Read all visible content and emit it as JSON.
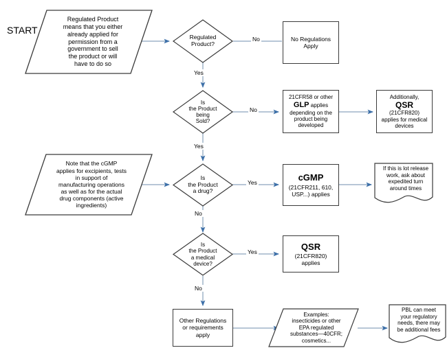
{
  "chart_data": {
    "type": "diagram",
    "title": "Regulatory Requirements Decision Flowchart",
    "nodes": [
      {
        "id": "start",
        "shape": "label",
        "text": "START"
      },
      {
        "id": "note-regulated",
        "shape": "parallelogram",
        "text": "Regulated Product means that you either already applied for permission from a government to sell the product or will have to do so"
      },
      {
        "id": "d1",
        "shape": "diamond",
        "text": "Regulated Product?"
      },
      {
        "id": "no-regs",
        "shape": "rectangle",
        "text": "No Regulations Apply"
      },
      {
        "id": "d2",
        "shape": "diamond",
        "text": "Is the Product being Sold?"
      },
      {
        "id": "glp",
        "shape": "rectangle",
        "text": "21CFR58 or other GLP applies depending on the product being developed"
      },
      {
        "id": "qsr-add",
        "shape": "rectangle",
        "text": "Additionally, QSR (21CFR820) applies for medical devices"
      },
      {
        "id": "note-cgmp",
        "shape": "parallelogram",
        "text": "Note that the cGMP applies for excipients, tests in support of manufacturing operations as well as for the actual drug components (active ingredients)"
      },
      {
        "id": "d3",
        "shape": "diamond",
        "text": "Is the Product a drug?"
      },
      {
        "id": "cgmp",
        "shape": "rectangle",
        "text": "cGMP (21CFR211, 610, USP...) applies"
      },
      {
        "id": "doc-lot",
        "shape": "document",
        "text": "If this is lot release work, ask about expedited turn around times"
      },
      {
        "id": "d4",
        "shape": "diamond",
        "text": "Is the Product a medical device?"
      },
      {
        "id": "qsr",
        "shape": "rectangle",
        "text": "QSR (21CFR820) applies"
      },
      {
        "id": "other-reg",
        "shape": "rectangle",
        "text": "Other Regulations or requirements apply"
      },
      {
        "id": "examples",
        "shape": "parallelogram",
        "text": "Examples: insecticides or other EPA regulated substances—40CFR; cosmetics..."
      },
      {
        "id": "doc-pbl",
        "shape": "document",
        "text": "PBL can meet your regulatory needs, there may be additional fees"
      }
    ],
    "edges": [
      {
        "from": "note-regulated",
        "to": "d1",
        "label": ""
      },
      {
        "from": "d1",
        "to": "no-regs",
        "label": "No"
      },
      {
        "from": "d1",
        "to": "d2",
        "label": "Yes"
      },
      {
        "from": "d2",
        "to": "glp",
        "label": "No"
      },
      {
        "from": "glp",
        "to": "qsr-add",
        "label": ""
      },
      {
        "from": "d2",
        "to": "d3",
        "label": "Yes"
      },
      {
        "from": "note-cgmp",
        "to": "d3",
        "label": ""
      },
      {
        "from": "d3",
        "to": "cgmp",
        "label": "Yes"
      },
      {
        "from": "cgmp",
        "to": "doc-lot",
        "label": ""
      },
      {
        "from": "d3",
        "to": "d4",
        "label": "No"
      },
      {
        "from": "d4",
        "to": "qsr",
        "label": "Yes"
      },
      {
        "from": "d4",
        "to": "other-reg",
        "label": "No"
      },
      {
        "from": "other-reg",
        "to": "examples",
        "label": ""
      },
      {
        "from": "examples",
        "to": "doc-pbl",
        "label": ""
      }
    ],
    "colors": {
      "connector": "#9fb4c9",
      "arrowhead": "#3c6fa8",
      "shape_border": "#3a3a3a",
      "background": "#ffffff",
      "text": "#000000"
    }
  },
  "flowchart": {
    "start_label": "START",
    "note_regulated": {
      "lines": [
        "Regulated Product",
        "means that you either",
        "already applied for",
        "permission from a",
        "government to sell",
        "the product or will",
        "have to do so"
      ]
    },
    "decision_regulated": {
      "lines": [
        "Regulated",
        "Product?"
      ]
    },
    "no_regulations": {
      "lines": [
        "No Regulations",
        "Apply"
      ]
    },
    "decision_sold": {
      "lines": [
        "Is",
        "the Product",
        "being",
        "Sold?"
      ]
    },
    "glp_box": {
      "line1": "21CFR58 or other",
      "emphasis": "GLP",
      "line2_rest": " applies",
      "line3": "depending on the",
      "line4": "product being",
      "line5": "developed"
    },
    "qsr_additional": {
      "line1": "Additionally,",
      "emphasis": "QSR",
      "line2": "(21CFR820)",
      "line3": "applies for medical",
      "line4": "devices"
    },
    "note_cgmp": {
      "lines": [
        "Note that the cGMP",
        "applies for excipients, tests",
        "in support of",
        "manufacturing operations",
        "as well as for the actual",
        "drug components (active",
        "ingredients)"
      ]
    },
    "decision_drug": {
      "lines": [
        "Is",
        "the Product",
        "a drug?"
      ]
    },
    "cgmp_box": {
      "emphasis": "cGMP",
      "line2": "(21CFR211, 610,",
      "line3": "USP...) applies"
    },
    "doc_lot_release": {
      "lines": [
        "If this is lot release",
        "work, ask about",
        "expedited turn",
        "around times"
      ]
    },
    "decision_device": {
      "lines": [
        "Is",
        "the Product",
        "a medical",
        "device?"
      ]
    },
    "qsr_box": {
      "emphasis": "QSR",
      "line2": "(21CFR820)",
      "line3": "applies"
    },
    "other_regulations": {
      "lines": [
        "Other Regulations",
        "or requirements",
        "apply"
      ]
    },
    "examples_box": {
      "lines": [
        "Examples:",
        "insecticides or other",
        "EPA regulated",
        "substances—40CFR;",
        "cosmetics..."
      ]
    },
    "doc_pbl": {
      "lines": [
        "PBL can meet",
        "your regulatory",
        "needs, there may",
        "be additional fees"
      ]
    },
    "edge_labels": {
      "d1_no": "No",
      "d1_yes": "Yes",
      "d2_no": "No",
      "d2_yes": "Yes",
      "d3_yes": "Yes",
      "d3_no": "No",
      "d4_yes": "Yes",
      "d4_no": "No"
    }
  }
}
